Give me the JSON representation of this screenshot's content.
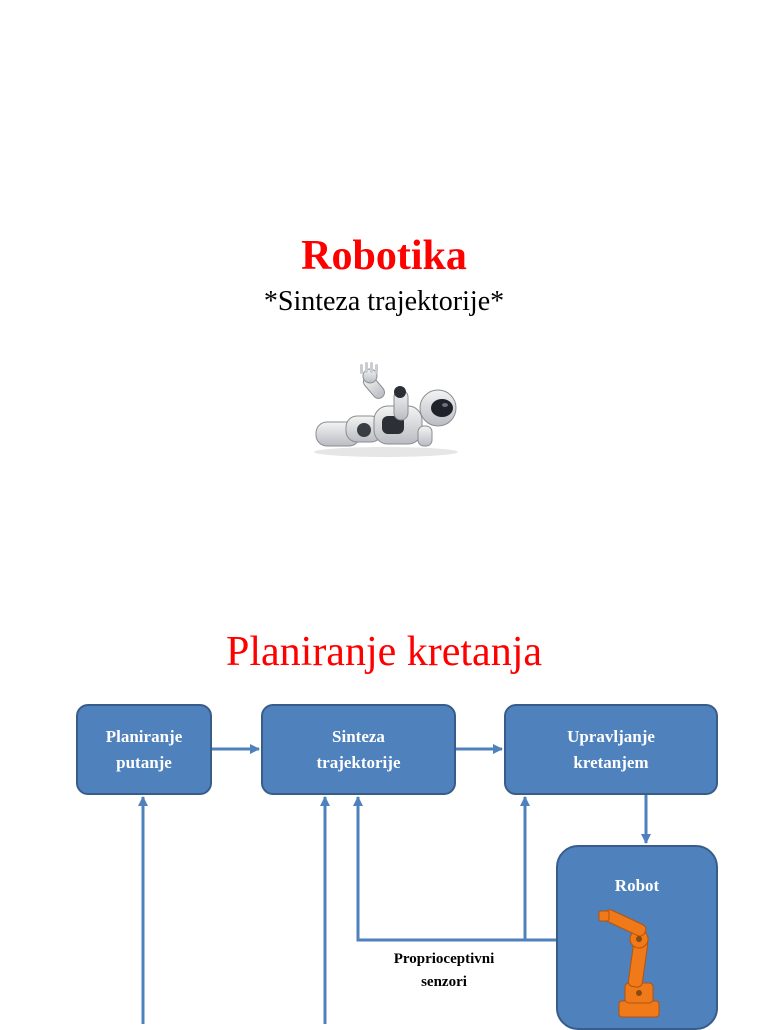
{
  "slide1": {
    "title": "Robotika",
    "subtitle": "*Sinteza trajektorije*"
  },
  "slide2": {
    "title": "Planiranje kretanja",
    "boxes": {
      "planiranje_line1": "Planiranje",
      "planiranje_line2": "putanje",
      "sinteza_line1": "Sinteza",
      "sinteza_line2": "trajektorije",
      "upravljanje_line1": "Upravljanje",
      "upravljanje_line2": "kretanjem",
      "robot": "Robot"
    },
    "sensor_label_line1": "Proprioceptivni",
    "sensor_label_line2": "senzori"
  },
  "colors": {
    "title_red": "#ff0000",
    "box_fill": "#4f81bd",
    "box_border": "#385d8a",
    "arrow": "#4f81bd",
    "robot_arm": "#f07a1a"
  }
}
